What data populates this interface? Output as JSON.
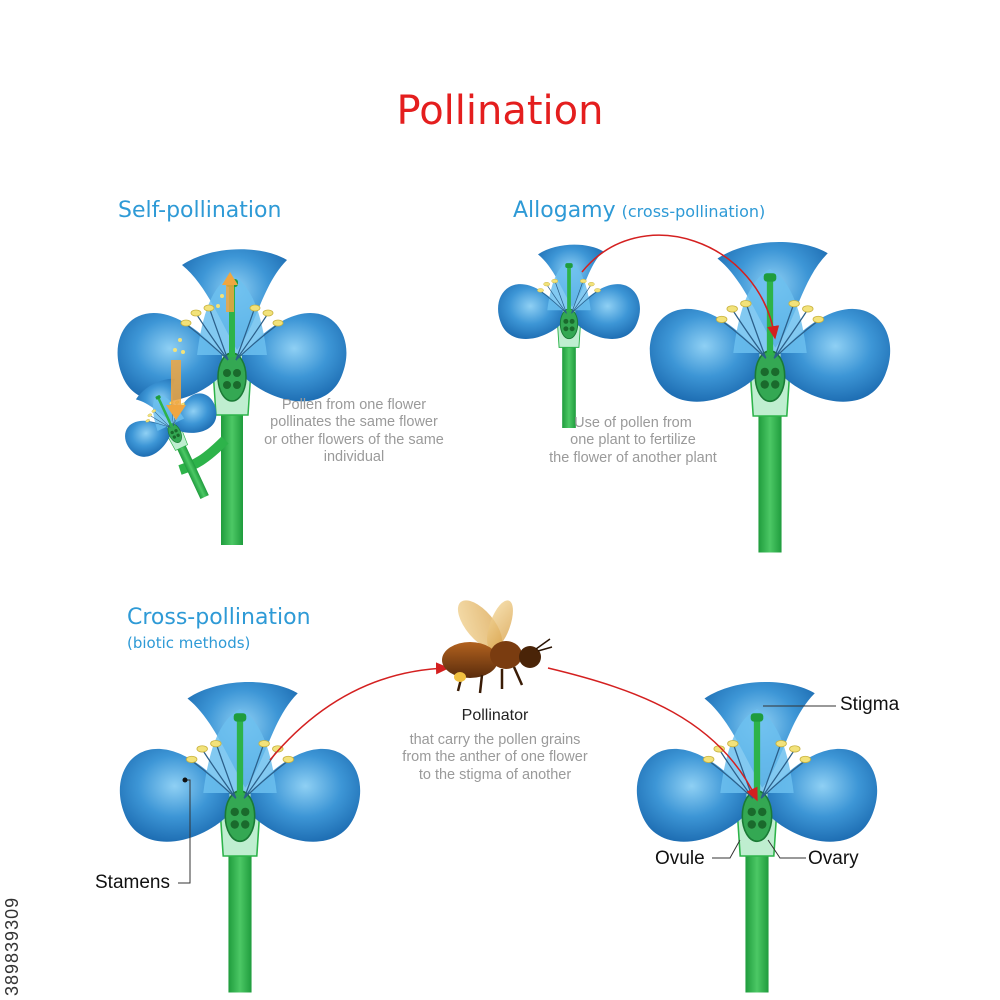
{
  "title": "Pollination",
  "self_pollination": {
    "heading": "Self-pollination",
    "caption": "Pollen from one flower\npollinates the same flower\nor other flowers of the same\nindividual"
  },
  "allogamy": {
    "heading": "Allogamy",
    "subheading": "(cross-pollination)",
    "caption": "Use of pollen from\none plant to fertilize\nthe flower of another plant"
  },
  "cross_pollination": {
    "heading": "Cross-pollination",
    "subheading": "(biotic methods)",
    "pollinator_label": "Pollinator",
    "pollinator_caption": "that carry the pollen grains\nfrom the anther of one flower\nto the stigma of another"
  },
  "labels": {
    "stigma": "Stigma",
    "stamens": "Stamens",
    "ovule": "Ovule",
    "ovary": "Ovary"
  },
  "stock_id": "389839309",
  "colors": {
    "title": "#e41e1e",
    "headings": "#2e9ad6",
    "petal": "#3d96d6",
    "stem": "#2db34a",
    "arrow": "#d42020",
    "pollen": "#f2e27a"
  }
}
